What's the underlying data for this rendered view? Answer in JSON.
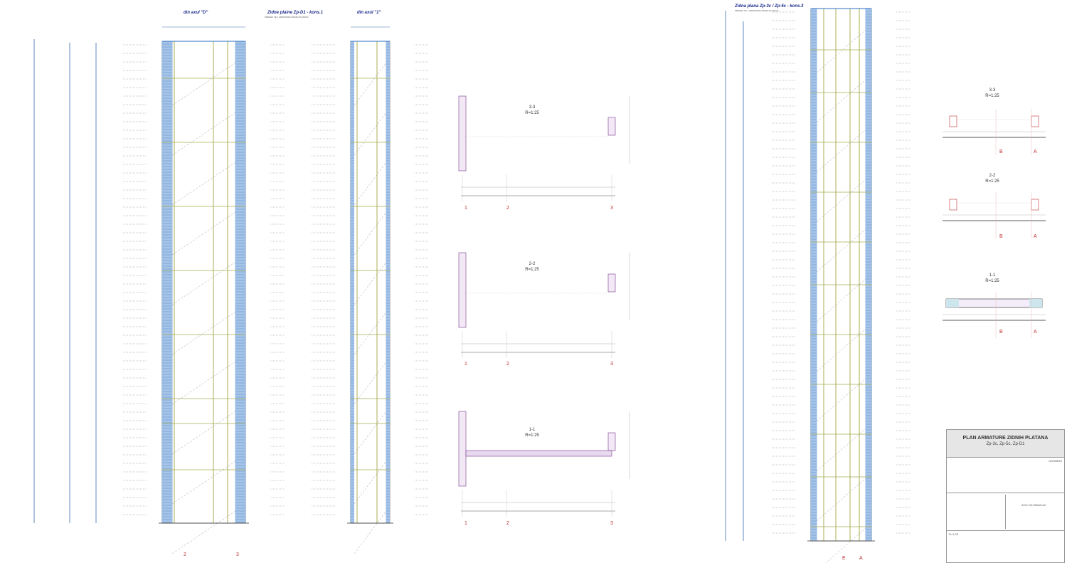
{
  "drawing": {
    "elevation_1": {
      "title": "Zidne plaine Zp-D1 - kons.1",
      "subtitle": "PRESEK TE 1 ARMATURE ZIDNIH PLATANA",
      "left_label": "din axul \"D\"",
      "right_label": "din axul \"1\"",
      "axis_labels": [
        "2",
        "3"
      ]
    },
    "elevation_2": {
      "title": "Zidna plana Zp-3c / Zp-5c - kons.3",
      "subtitle": "PRESEK TE 1 ARMATURE ZIDNIH PLATANA",
      "axis_labels": [
        "E",
        "A"
      ]
    },
    "sections_left": [
      {
        "name": "3-3",
        "scale": "R=1:25",
        "axis_labels": [
          "1",
          "2",
          "3"
        ]
      },
      {
        "name": "2-2",
        "scale": "R=1:25",
        "axis_labels": [
          "1",
          "2",
          "3"
        ]
      },
      {
        "name": "1-1",
        "scale": "R=1:25",
        "axis_labels": [
          "1",
          "2",
          "3"
        ]
      }
    ],
    "sections_right": [
      {
        "name": "3-3",
        "scale": "R=1:25",
        "axis_labels": [
          "B",
          "A"
        ]
      },
      {
        "name": "2-2",
        "scale": "R=1:25",
        "axis_labels": [
          "B",
          "A"
        ]
      },
      {
        "name": "1-1",
        "scale": "R=1:25",
        "axis_labels": [
          "B",
          "A"
        ]
      }
    ]
  },
  "title_block": {
    "title": "PLAN ARMATURE ZIDNIH PLATANA",
    "subtitle": "Zp-3c, Zp-5c, Zp-D1",
    "investor": "AOC DA SIBAN AC",
    "approved": "ODOBRIO",
    "scale": "R=1:25"
  },
  "colors": {
    "rebar_blue": "#2a6fc0",
    "rebar_olive": "#a8ac50",
    "section_purple": "#7a3a8a",
    "axis_red": "#c03030"
  }
}
